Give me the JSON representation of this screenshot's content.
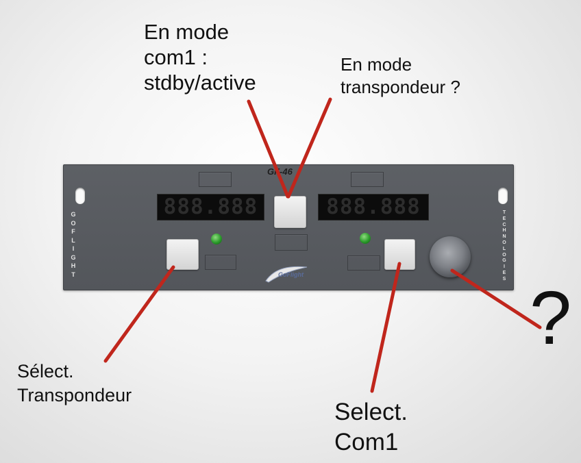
{
  "annotations": {
    "com1_mode": "En mode\ncom1 :\nstdby/active",
    "transponder_mode": "En mode\ntranspondeur ?",
    "select_transponder": "Sélect.\nTranspondeur",
    "select_com1": "Select.\nCom1",
    "knob_question": "?"
  },
  "panel": {
    "brand_left": "GOFLIGHT",
    "brand_right": "TECHNOLOGIES",
    "model": "GF-46",
    "left_display": "888.888",
    "right_display": "888.888",
    "logo": "GoFlight",
    "led_color": "#2a9b2a"
  },
  "colors": {
    "pointer_line": "#c0261c",
    "panel": "#595c61"
  }
}
